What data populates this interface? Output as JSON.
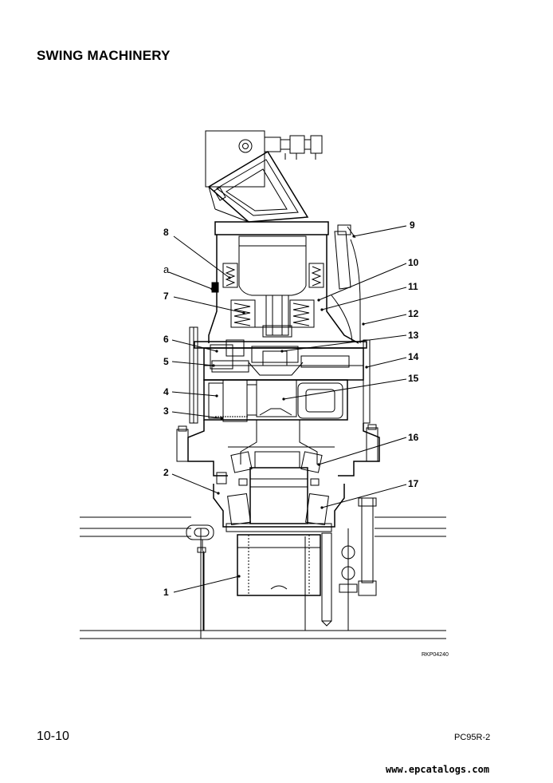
{
  "page": {
    "title": "SWING MACHINERY",
    "figure_code": "RKP04240",
    "page_number": "10-10",
    "model": "PC95R-2",
    "watermark": "www.epcatalogs.com"
  },
  "callouts": {
    "c1": "1",
    "c2": "2",
    "c3": "3",
    "c4": "4",
    "c5": "5",
    "c6": "6",
    "c7": "7",
    "c8": "8",
    "ca": "a",
    "c9": "9",
    "c10": "10",
    "c11": "11",
    "c12": "12",
    "c13": "13",
    "c14": "14",
    "c15": "15",
    "c16": "16",
    "c17": "17"
  }
}
